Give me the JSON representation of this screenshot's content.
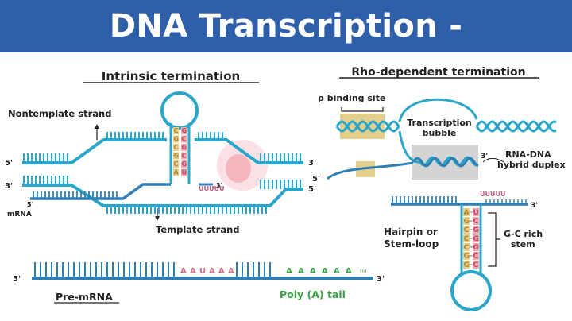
{
  "header": {
    "title": "DNA Transcription - Termination"
  },
  "colors": {
    "banner": "#2e5fa8",
    "strand": "#29a6c9",
    "mrna": "#2f7fb5",
    "gc_band": "#e4cf8d",
    "pink": "#f4a9b0"
  },
  "intrinsic": {
    "title": "Intrinsic termination",
    "nontemplate_label": "Nontemplate strand",
    "template_label": "Template strand",
    "five_prime": "5'",
    "three_prime": "3'",
    "mrna_label": "mRNA",
    "hairpin_left": [
      "C",
      "G",
      "C",
      "G",
      "C",
      "A"
    ],
    "hairpin_right": [
      "G",
      "C",
      "G",
      "C",
      "G",
      "U"
    ],
    "u_tail": "UUUUU"
  },
  "premrna": {
    "label": "Pre-mRNA",
    "five_prime": "5'",
    "three_prime": "3'",
    "aauaaa": [
      "A",
      "A",
      "U",
      "A",
      "A",
      "A"
    ],
    "polya_letters": [
      "A",
      "A",
      "A",
      "A",
      "A",
      "A"
    ],
    "polya_n": "(n)",
    "polya_label": "Poly (A) tail"
  },
  "rho": {
    "title": "Rho-dependent termination",
    "binding_site": "ρ binding site",
    "bubble_label": [
      "Transcription",
      "bubble"
    ],
    "hybrid_label": [
      "RNA-DNA",
      "hybrid duplex"
    ],
    "five_prime": "5'",
    "three_prime": "3'",
    "u_tail": "UUUUU",
    "hairpin_label": [
      "Hairpin or",
      "Stem-loop"
    ],
    "gc_label": [
      "G-C rich",
      "stem"
    ],
    "stem_left": [
      "A",
      "G",
      "C",
      "C",
      "C",
      "G",
      "G"
    ],
    "stem_right": [
      "U",
      "C",
      "G",
      "G",
      "G",
      "C",
      "C"
    ]
  }
}
